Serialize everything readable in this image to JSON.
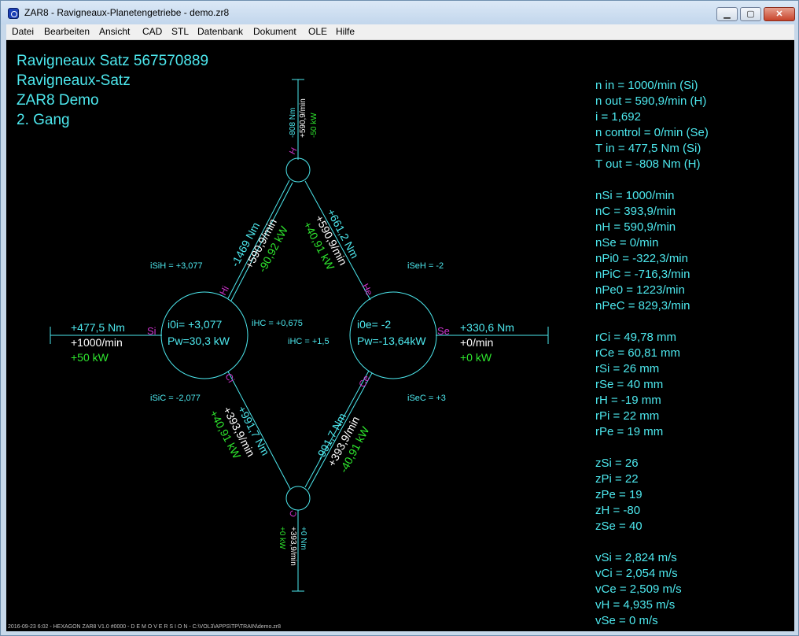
{
  "window": {
    "title": "ZAR8 - Ravigneaux-Planetengetriebe  -  demo.zr8"
  },
  "title_buttons": {
    "minimize": "▁",
    "maximize": "▢",
    "close": "✕"
  },
  "menu": [
    "Datei",
    "Bearbeiten",
    "Ansicht",
    "CAD",
    "STL",
    "Datenbank",
    "Dokument",
    "OLE",
    "Hilfe"
  ],
  "header": [
    "Ravigneaux Satz  567570889",
    "Ravigneaux-Satz",
    "ZAR8 Demo",
    "2. Gang"
  ],
  "results": [
    "n in = 1000/min (Si)",
    "n out = 590,9/min (H)",
    "i = 1,692",
    "n control = 0/min (Se)",
    "T in = 477,5 Nm (Si)",
    "T out = -808 Nm (H)",
    "",
    "nSi = 1000/min",
    "nC = 393,9/min",
    "nH = 590,9/min",
    "nSe = 0/min",
    "nPi0 = -322,3/min",
    "nPiC = -716,3/min",
    "nPe0 = 1223/min",
    "nPeC = 829,3/min",
    "",
    "rCi = 49,78 mm",
    "rCe = 60,81 mm",
    "rSi = 26 mm",
    "rSe = 40 mm",
    "rH = -19 mm",
    "rPi = 22 mm",
    "rPe = 19 mm",
    "",
    "zSi = 26",
    "zPi = 22",
    "zPe = 19",
    "zH = -80",
    "zSe = 40",
    "",
    "vSi = 2,824 m/s",
    "vCi = 2,054 m/s",
    "vCe = 2,509 m/s",
    "vH = 4,935 m/s",
    "vSe = 0 m/s"
  ],
  "diagram": {
    "left_planet": {
      "i0": "i0i= +3,077",
      "pw": "Pw=30,3 kW"
    },
    "right_planet": {
      "i0": "i0e= -2",
      "pw": "Pw=-13,64kW"
    },
    "ratios": {
      "iSiH": "iSiH = +3,077",
      "iSeH": "iSeH = -2",
      "iHC": "iHC = +0,675",
      "iHC_inv": "iHC = +1,5",
      "iSiC": "iSiC = -2,077",
      "iSeC": "iSeC = +3"
    },
    "si_shaft": {
      "label": "Si",
      "torque": "+477,5 Nm",
      "speed": "+1000/min",
      "power": "+50 kW"
    },
    "se_shaft": {
      "label": "Se",
      "torque": "+330,6 Nm",
      "speed": "+0/min",
      "power": "+0 kW"
    },
    "h_shaft": {
      "label": "H",
      "torque": "-808 Nm",
      "speed": "+590,9/min",
      "power": "-50 kW"
    },
    "c_shaft": {
      "label": "C",
      "torque": "+0 Nm",
      "speed": "+393,9/min",
      "power": "+0 kW"
    },
    "edge_hi": {
      "label": "Hi",
      "torque": "-1469 Nm",
      "speed": "+590,9/min",
      "power": "-90,92 kW"
    },
    "edge_he": {
      "label": "He",
      "torque": "+661,2 Nm",
      "speed": "+590,9/min",
      "power": "+40,91 kW"
    },
    "edge_ci": {
      "label": "Ci",
      "torque": "+991,7 Nm",
      "speed": "+393,9/min",
      "power": "+40,91 kW"
    },
    "edge_ce": {
      "label": "Ce",
      "torque": "-991,7 Nm",
      "speed": "+393,9/min",
      "power": "-40,91 kW"
    }
  },
  "footer": "2016-09-23 6:02 - HEXAGON ZAR8 V1.0 #0000 - D E M O V E R S I O N - C:\\VOL3\\APPS\\TP\\TRAIN\\demo.zr8",
  "colors": {
    "cyan": "#4de8ee",
    "white": "#ffffff",
    "green": "#2ee62e",
    "magenta": "#cc33cc",
    "canvas": "#000000"
  }
}
